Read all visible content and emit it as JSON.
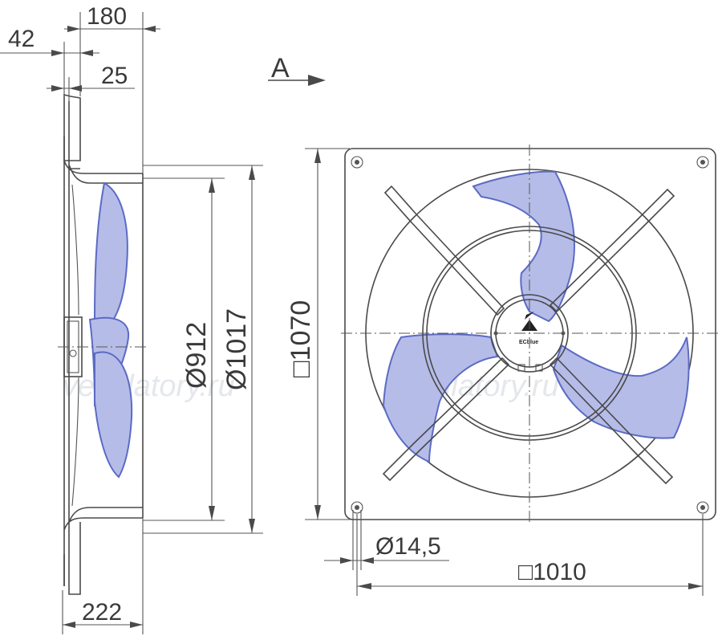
{
  "dimensions": {
    "d180": "180",
    "d42": "42",
    "d25": "25",
    "d222": "222",
    "dia912": "Ø912",
    "dia1017": "Ø1017",
    "sq1070": "□1070",
    "hole": "Ø14,5",
    "sq1010": "□1010"
  },
  "view_label": "A",
  "logo_text": "ECblue",
  "watermark": "ventilatory.ru",
  "colors": {
    "blade_fill": "#b6bce8",
    "blade_stroke": "#5b6bc4",
    "line": "#4a4a4a"
  }
}
